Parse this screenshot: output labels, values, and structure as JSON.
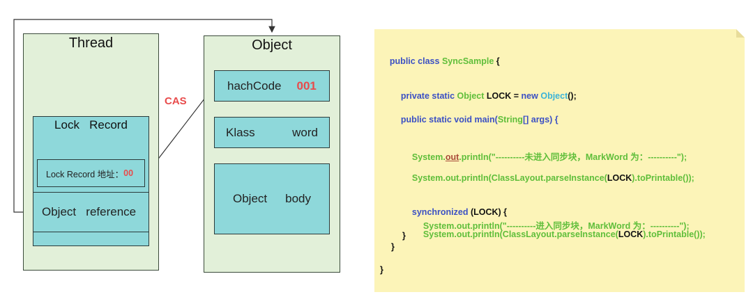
{
  "thread": {
    "title": "Thread",
    "lock_record_title": "Lock   Record",
    "lock_record_addr_label": "Lock Record 地址：",
    "lock_record_addr_value": "00",
    "object_reference": "Object   reference"
  },
  "object": {
    "title": "Object",
    "hashcode_label": "hachCode",
    "hashcode_value": "001",
    "klass_label": "Klass",
    "klass_word": "word",
    "body_label": "Object",
    "body_word": "body"
  },
  "cas_label": "CAS",
  "code": {
    "l1_kw": "public class ",
    "l1_name": "SyncSample",
    "l1_end": " {",
    "l2_kw": "private static ",
    "l2_type": "Object",
    "l2_mid": " LOCK = ",
    "l2_new": "new ",
    "l2_ctor": "Object",
    "l2_end": "();",
    "l3_kw": "public static void ",
    "l3_main": "main(",
    "l3_type": "String",
    "l3_end": "[] args) {",
    "p1_sys": "System.",
    "p1_out": "out",
    "p1_rest": ".println(\"----------未进入同步块，MarkWord 为：----------\");",
    "p2_pre": "System.out.println(ClassLayout.parseInstance(",
    "p2_lock": "LOCK",
    "p2_end": ").toPrintable());",
    "sync_kw": "synchronized",
    "sync_rest": " (LOCK) {",
    "p3_sys": "System.",
    "p3_out": "out",
    "p3_rest": ".println(\"----------进入同步块，MarkWord 为：----------\");",
    "p4_pre": "System.out.println(ClassLayout.parseInstance(",
    "p4_lock": "LOCK",
    "p4_end": ").toPrintable());",
    "close_brace": "}"
  },
  "colors": {
    "outer_box": "#e2f0d9",
    "inner_box": "#8ed8da",
    "accent_red": "#e84b4b",
    "note_bg": "#fcf4b8",
    "keyword": "#3b50c4",
    "type": "#5fbe3a"
  }
}
